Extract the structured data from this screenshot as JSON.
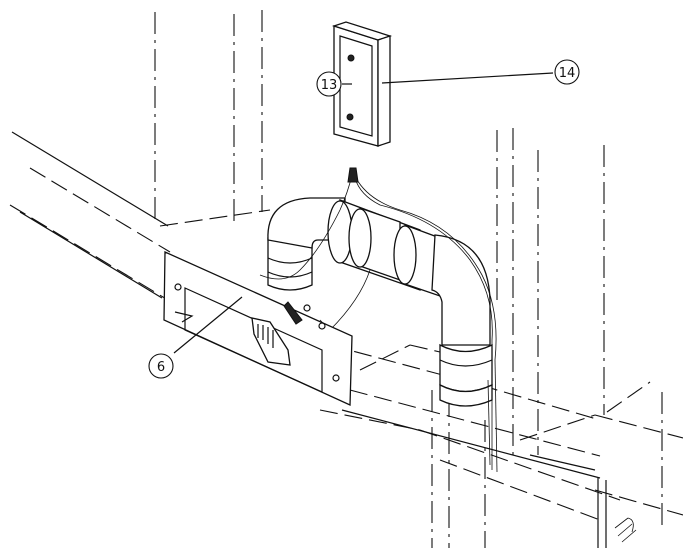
{
  "callouts": [
    {
      "id": "13",
      "label": "⑬"
    },
    {
      "id": "14",
      "label": "⑭"
    },
    {
      "id": "6",
      "label": "⑥"
    }
  ],
  "colors": {
    "ink": "#111111",
    "background": "#ffffff"
  }
}
